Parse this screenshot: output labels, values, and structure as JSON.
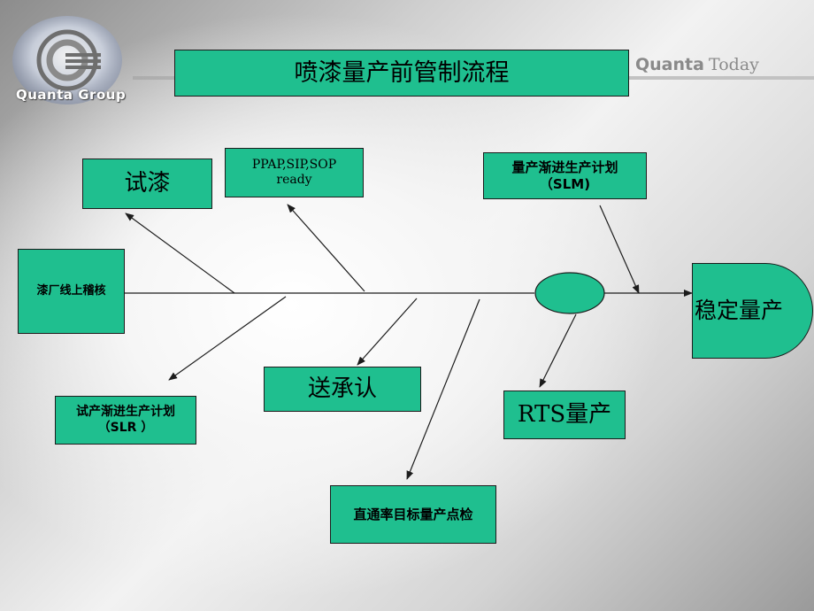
{
  "header": {
    "logo_text": "Quanta Group",
    "brand_bold": "Quanta",
    "brand_light": "Today"
  },
  "title": "喷漆量产前管制流程",
  "nodes": {
    "trial_paint": "试漆",
    "ppap_line1": "PPAP,SIP,SOP",
    "ppap_line2": "ready",
    "slm_line1": "量产渐进生产计划",
    "slm_line2": "（SLM)",
    "line_inspection": "漆厂线上稽核",
    "slr_line1": "试产渐进生产计划",
    "slr_line2": "（SLR ）",
    "send_approval": "送承认",
    "rts": "RTS量产",
    "fpy_check": "直通率目标量产点检",
    "stable_production": "稳定量产"
  },
  "colors": {
    "box_fill": "#1fbf8f",
    "line": "#1c1c1c"
  }
}
